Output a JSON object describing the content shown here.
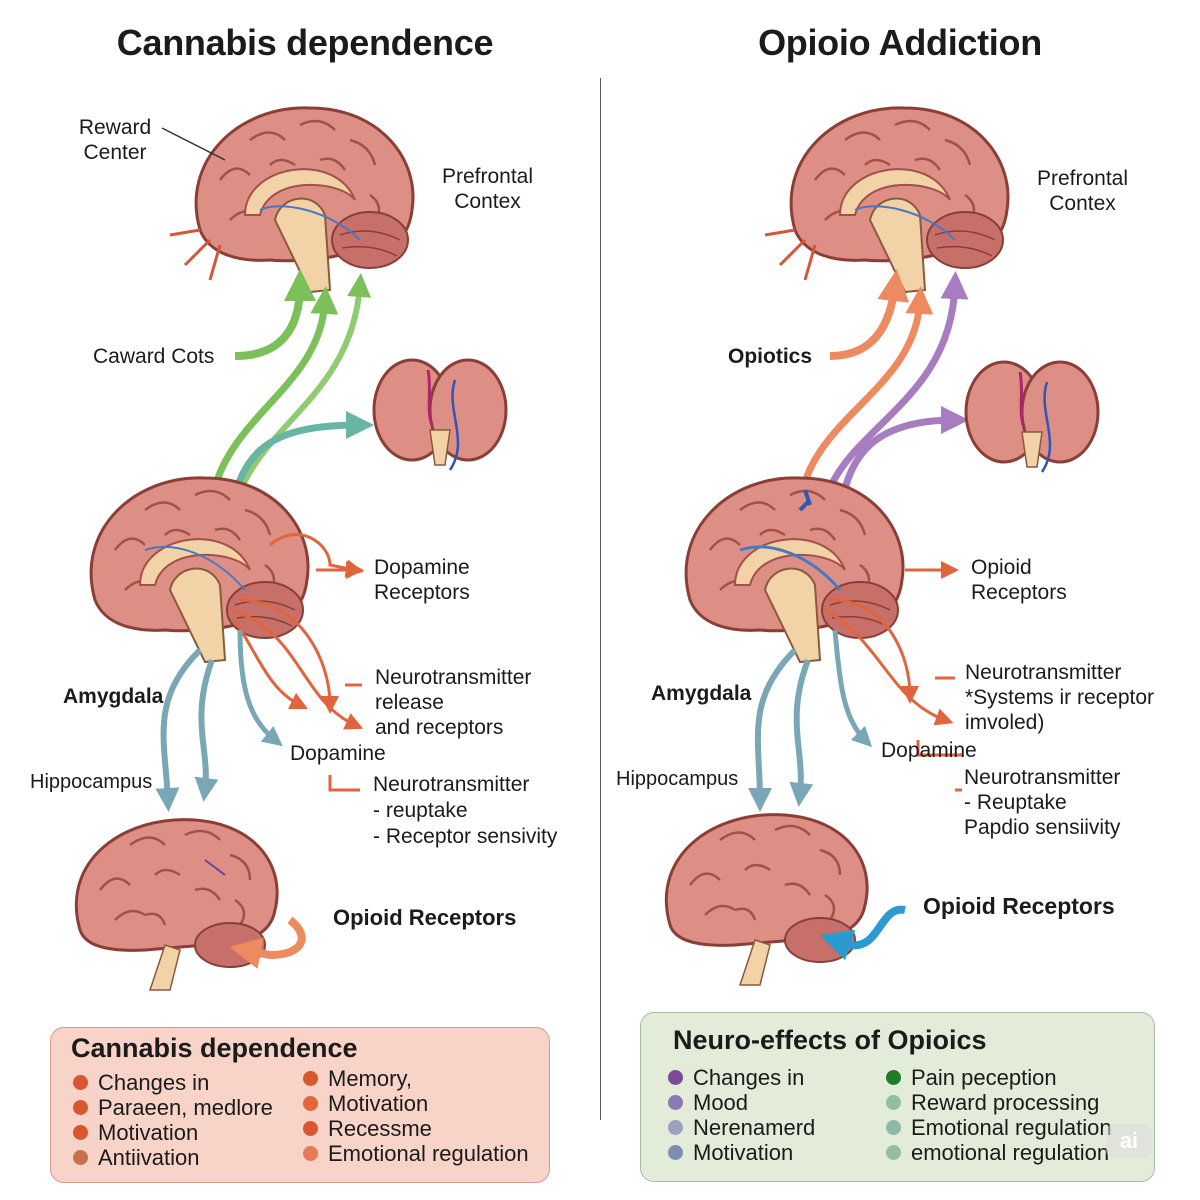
{
  "left": {
    "title": "Cannabis dependence",
    "labels": {
      "reward_center": "Reward\nCenter",
      "prefrontal": "Prefrontal\nContex",
      "caward": "Caward Cots",
      "dopamine_receptors": "Dopamine\nReceptors",
      "neurotransmitter_release": "Neurotransmitter\nrelease\nand receptors",
      "amygdala": "Amygdala",
      "dopamine": "Dopamine",
      "hippocampus": "Hippocampus",
      "neuro_reuptake": "Neurotransmitter\n- reuptake\n- Receptor sensivity",
      "opioid_receptors": "Opioid Receptors"
    },
    "box": {
      "title": "Cannabis dependence",
      "col1": [
        "Changes in",
        "Paraeen, medlore",
        "Motivation",
        "Antiivation"
      ],
      "col2": [
        "Memory,",
        "Motivation",
        "Recessme",
        "Emotional regulation"
      ]
    }
  },
  "right": {
    "title": "Opioio Addiction",
    "labels": {
      "prefrontal": "Prefrontal\nContex",
      "opiotics": "Opiotics",
      "opioid_receptors_top": "Opioid\nReceptors",
      "neurotransmitter_systems": "Neurotransmitter\n*Systems ir receptor\nimvoled)",
      "amygdala": "Amygdala",
      "dopamine": "Dopamine",
      "hippocampus": "Hippocampus",
      "neuro_reuptake": "Neurotransmitter\n- Reuptake\nPapdio sensiivity",
      "opioid_receptors": "Opioid Receptors"
    },
    "box": {
      "title": "Neuro-effects of Opioics",
      "col1": [
        "Changes in",
        "Mood",
        "Nerenamerd",
        "Motivation"
      ],
      "col2": [
        "Pain peception",
        "Reward processing",
        "Emotional regulation",
        "emotional regulation"
      ]
    }
  },
  "watermark": "ai",
  "colors": {
    "left_bullets": [
      "#d9572e",
      "#d9572e",
      "#d9572e",
      "#c9704f"
    ],
    "left_bullets2": [
      "#d9572e",
      "#e3653a",
      "#d9572e",
      "#e87b55"
    ],
    "right_bullets": [
      "#7b4a9a",
      "#8a7ab0",
      "#9aa3bd",
      "#7d8fae"
    ],
    "right_bullets2": [
      "#1f7a2a",
      "#8fbfa0",
      "#8fb8a6",
      "#94bda2"
    ],
    "brain_fill": "#dd8f85",
    "brain_stroke": "#8a3e36",
    "stem_fill": "#f2d3a7"
  }
}
